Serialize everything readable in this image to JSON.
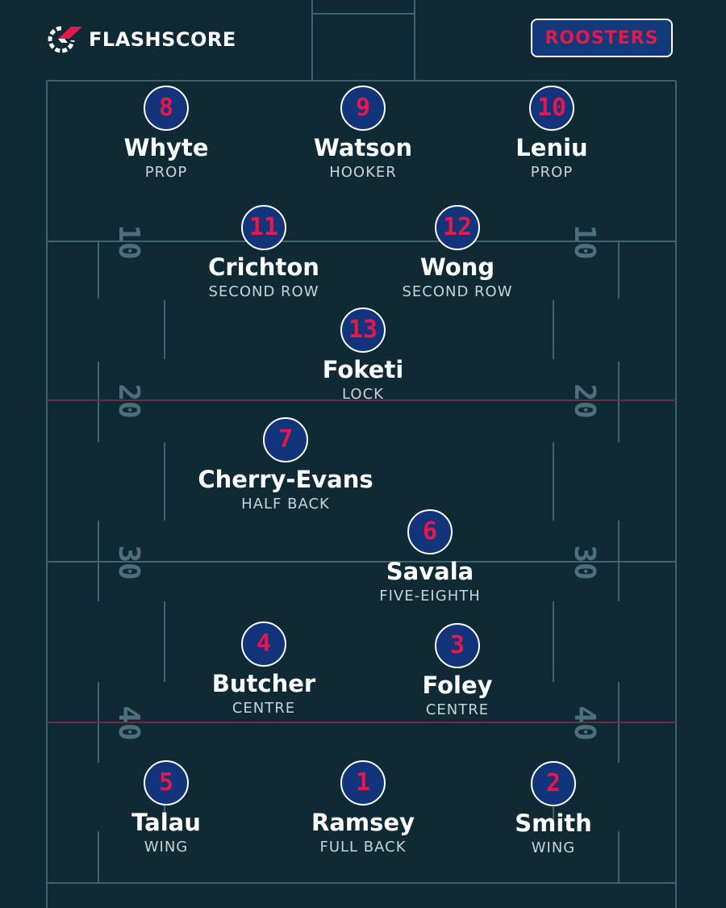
{
  "brand": {
    "name": "FLASHSCORE"
  },
  "team": {
    "name": "ROOSTERS"
  },
  "field": {
    "yard_markers": [
      "10",
      "20",
      "30",
      "40"
    ]
  },
  "players": [
    {
      "number": "8",
      "name": "Whyte",
      "position": "PROP"
    },
    {
      "number": "9",
      "name": "Watson",
      "position": "HOOKER"
    },
    {
      "number": "10",
      "name": "Leniu",
      "position": "PROP"
    },
    {
      "number": "11",
      "name": "Crichton",
      "position": "SECOND ROW"
    },
    {
      "number": "12",
      "name": "Wong",
      "position": "SECOND ROW"
    },
    {
      "number": "13",
      "name": "Foketi",
      "position": "LOCK"
    },
    {
      "number": "7",
      "name": "Cherry-Evans",
      "position": "HALF BACK"
    },
    {
      "number": "6",
      "name": "Savala",
      "position": "FIVE-EIGHTH"
    },
    {
      "number": "4",
      "name": "Butcher",
      "position": "CENTRE"
    },
    {
      "number": "3",
      "name": "Foley",
      "position": "CENTRE"
    },
    {
      "number": "5",
      "name": "Talau",
      "position": "WING"
    },
    {
      "number": "1",
      "name": "Ramsey",
      "position": "FULL BACK"
    },
    {
      "number": "2",
      "name": "Smith",
      "position": "WING"
    }
  ]
}
